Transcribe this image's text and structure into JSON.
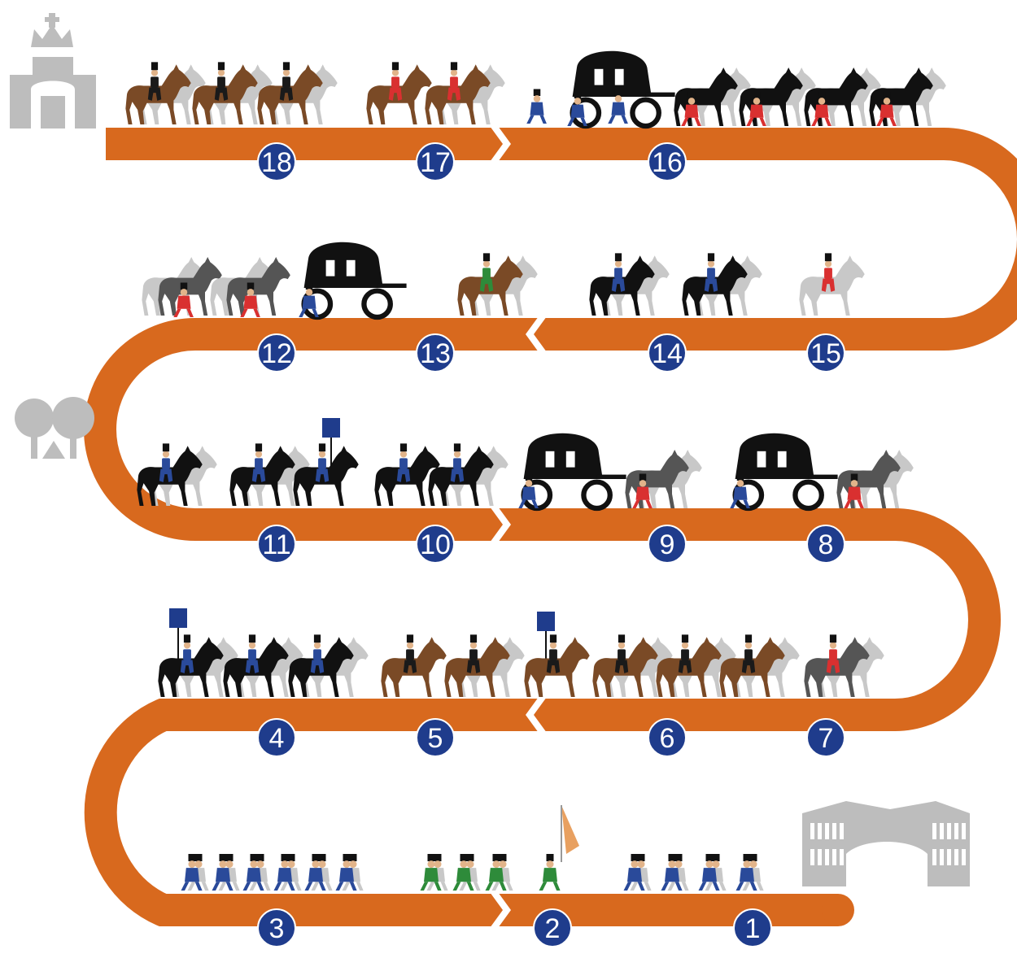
{
  "colors": {
    "route": "#D8691E",
    "badge": "#1F3C8C",
    "badge_text": "#FFFFFF",
    "building": "#BDBDBD",
    "horse_brown": "#7A4A26",
    "horse_black": "#111111",
    "horse_gray": "#C8C8C8",
    "horse_dark": "#555555",
    "uniform_blue": "#2A4A9A",
    "uniform_red": "#D93030",
    "uniform_green": "#2E8B3A",
    "uniform_black": "#1A1A1A",
    "flag_orange": "#E8A060"
  },
  "landmarks": [
    {
      "id": "palace-start",
      "icon": "palace-icon"
    },
    {
      "id": "crown-gate-end",
      "icon": "crowned-gate-icon"
    },
    {
      "id": "trees",
      "icon": "trees-icon"
    }
  ],
  "stations": [
    {
      "label": "1",
      "group": "band-with-trumpets"
    },
    {
      "label": "2",
      "group": "green-guards-with-flag"
    },
    {
      "label": "3",
      "group": "blue-foot-guards"
    },
    {
      "label": "4",
      "group": "black-horse-guards-with-banner"
    },
    {
      "label": "5",
      "group": "brown-horse-trumpeters"
    },
    {
      "label": "6",
      "group": "brown-horse-guards-with-banner"
    },
    {
      "label": "7",
      "group": "red-rider-on-dark-horse"
    },
    {
      "label": "8",
      "group": "carriage-with-grey-horses"
    },
    {
      "label": "9",
      "group": "carriage-with-grey-horses"
    },
    {
      "label": "10",
      "group": "black-horse-trumpeters"
    },
    {
      "label": "11",
      "group": "black-horse-guards-with-banner"
    },
    {
      "label": "12",
      "group": "carriage-with-grey-horses"
    },
    {
      "label": "13",
      "group": "green-rider-on-brown-horse"
    },
    {
      "label": "14",
      "group": "black-horse-guards"
    },
    {
      "label": "15",
      "group": "red-rider-on-grey-horse"
    },
    {
      "label": "16",
      "group": "state-coach-with-black-horses"
    },
    {
      "label": "17",
      "group": "red-riders-on-brown-horses"
    },
    {
      "label": "18",
      "group": "black-riders-on-brown-horses"
    }
  ]
}
